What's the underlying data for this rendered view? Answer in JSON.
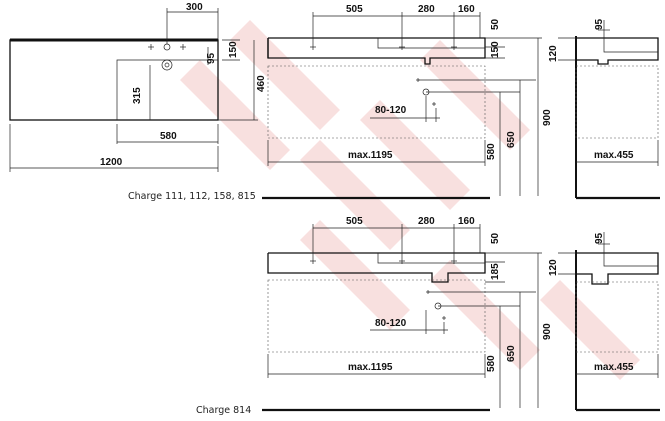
{
  "captions": {
    "top": "Charge 111, 112, 158, 815",
    "bottom": "Charge 814"
  },
  "plan_view": {
    "dims": {
      "tap_offset": "300",
      "rim_depth": "150",
      "tap_hole_depth": "95",
      "overall_depth": "460",
      "bowl_depth": "315",
      "bowl_width": "580",
      "overall_width": "1200"
    }
  },
  "front_view_top": {
    "dims": {
      "hole_1": "505",
      "hole_2": "280",
      "hole_3": "160",
      "hole_height": "50",
      "rim_height": "150",
      "waste_range": "80-120",
      "height_580": "580",
      "height_650": "650",
      "height_900": "900",
      "max_width": "max.1195"
    }
  },
  "side_view_top": {
    "dims": {
      "top_95": "95",
      "height_120": "120",
      "max_depth": "max.455"
    }
  },
  "front_view_bottom": {
    "dims": {
      "hole_1": "505",
      "hole_2": "280",
      "hole_3": "160",
      "hole_height": "50",
      "rim_height": "185",
      "waste_range": "80-120",
      "height_580": "580",
      "height_650": "650",
      "height_900": "900",
      "max_width": "max.1195"
    }
  },
  "side_view_bottom": {
    "dims": {
      "top_95": "95",
      "height_120": "120",
      "max_depth": "max.455"
    }
  },
  "colors": {
    "line": "#222222",
    "watermark": "#f2c7c4"
  }
}
